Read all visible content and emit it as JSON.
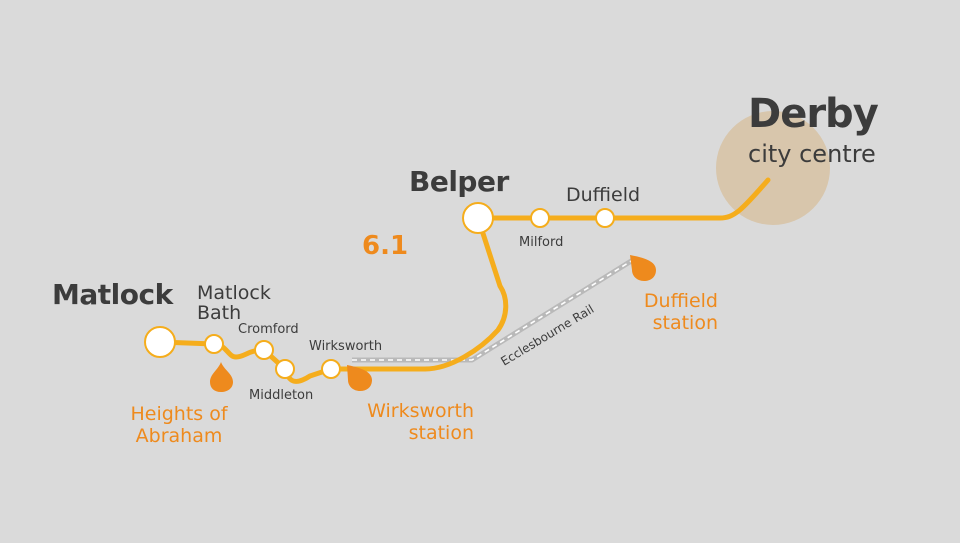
{
  "route_number": "6.1",
  "places": {
    "matlock": "Matlock",
    "matlock_bath_line1": "Matlock",
    "matlock_bath_line2": "Bath",
    "cromford": "Cromford",
    "middleton": "Middleton",
    "wirksworth": "Wirksworth",
    "belper": "Belper",
    "milford": "Milford",
    "duffield": "Duffield",
    "derby": "Derby",
    "derby_sub": "city centre"
  },
  "points_of_interest": {
    "heights_line1": "Heights of",
    "heights_line2": "Abraham",
    "wirksworth_station_line1": "Wirksworth",
    "wirksworth_station_line2": "station",
    "duffield_station_line1": "Duffield",
    "duffield_station_line2": "station"
  },
  "railway_label": "Ecclesbourne Rail",
  "colors": {
    "route": "#f5ad1c",
    "poi": "#ee8a1d",
    "text": "#3c3c3c",
    "background": "#dadada",
    "city_circle": "#d8c6ac",
    "railway": "#b9b9b9"
  },
  "icons": {
    "poi_marker": "drop-marker",
    "stop": "white-circle"
  }
}
